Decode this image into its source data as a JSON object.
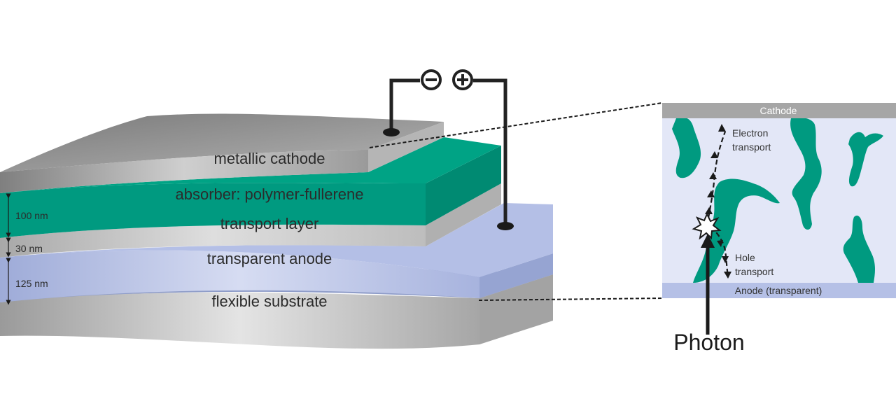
{
  "layers": {
    "cathode": "metallic cathode",
    "absorber": "absorber: polymer-fullerene",
    "transport": "transport layer",
    "anode": "transparent anode",
    "substrate": "flexible substrate"
  },
  "thickness": {
    "absorber": "100 nm",
    "transport": "30 nm",
    "anode": "125 nm"
  },
  "electrodes": {
    "negative_symbol": "−",
    "positive_symbol": "+"
  },
  "inset": {
    "cathode": "Cathode",
    "anode": "Anode (transparent)",
    "electron_line1": "Electron",
    "electron_line2": "transport",
    "hole_line1": "Hole",
    "hole_line2": "transport"
  },
  "photon": "Photon",
  "colors": {
    "absorber": "#009a80",
    "cathode": "#8c8c8c",
    "transport": "#c8c8c8",
    "anode": "#b5c0e6",
    "substrate": "#c4c4c4",
    "inset_bg": "#e3e7f7",
    "wire": "#222222"
  }
}
